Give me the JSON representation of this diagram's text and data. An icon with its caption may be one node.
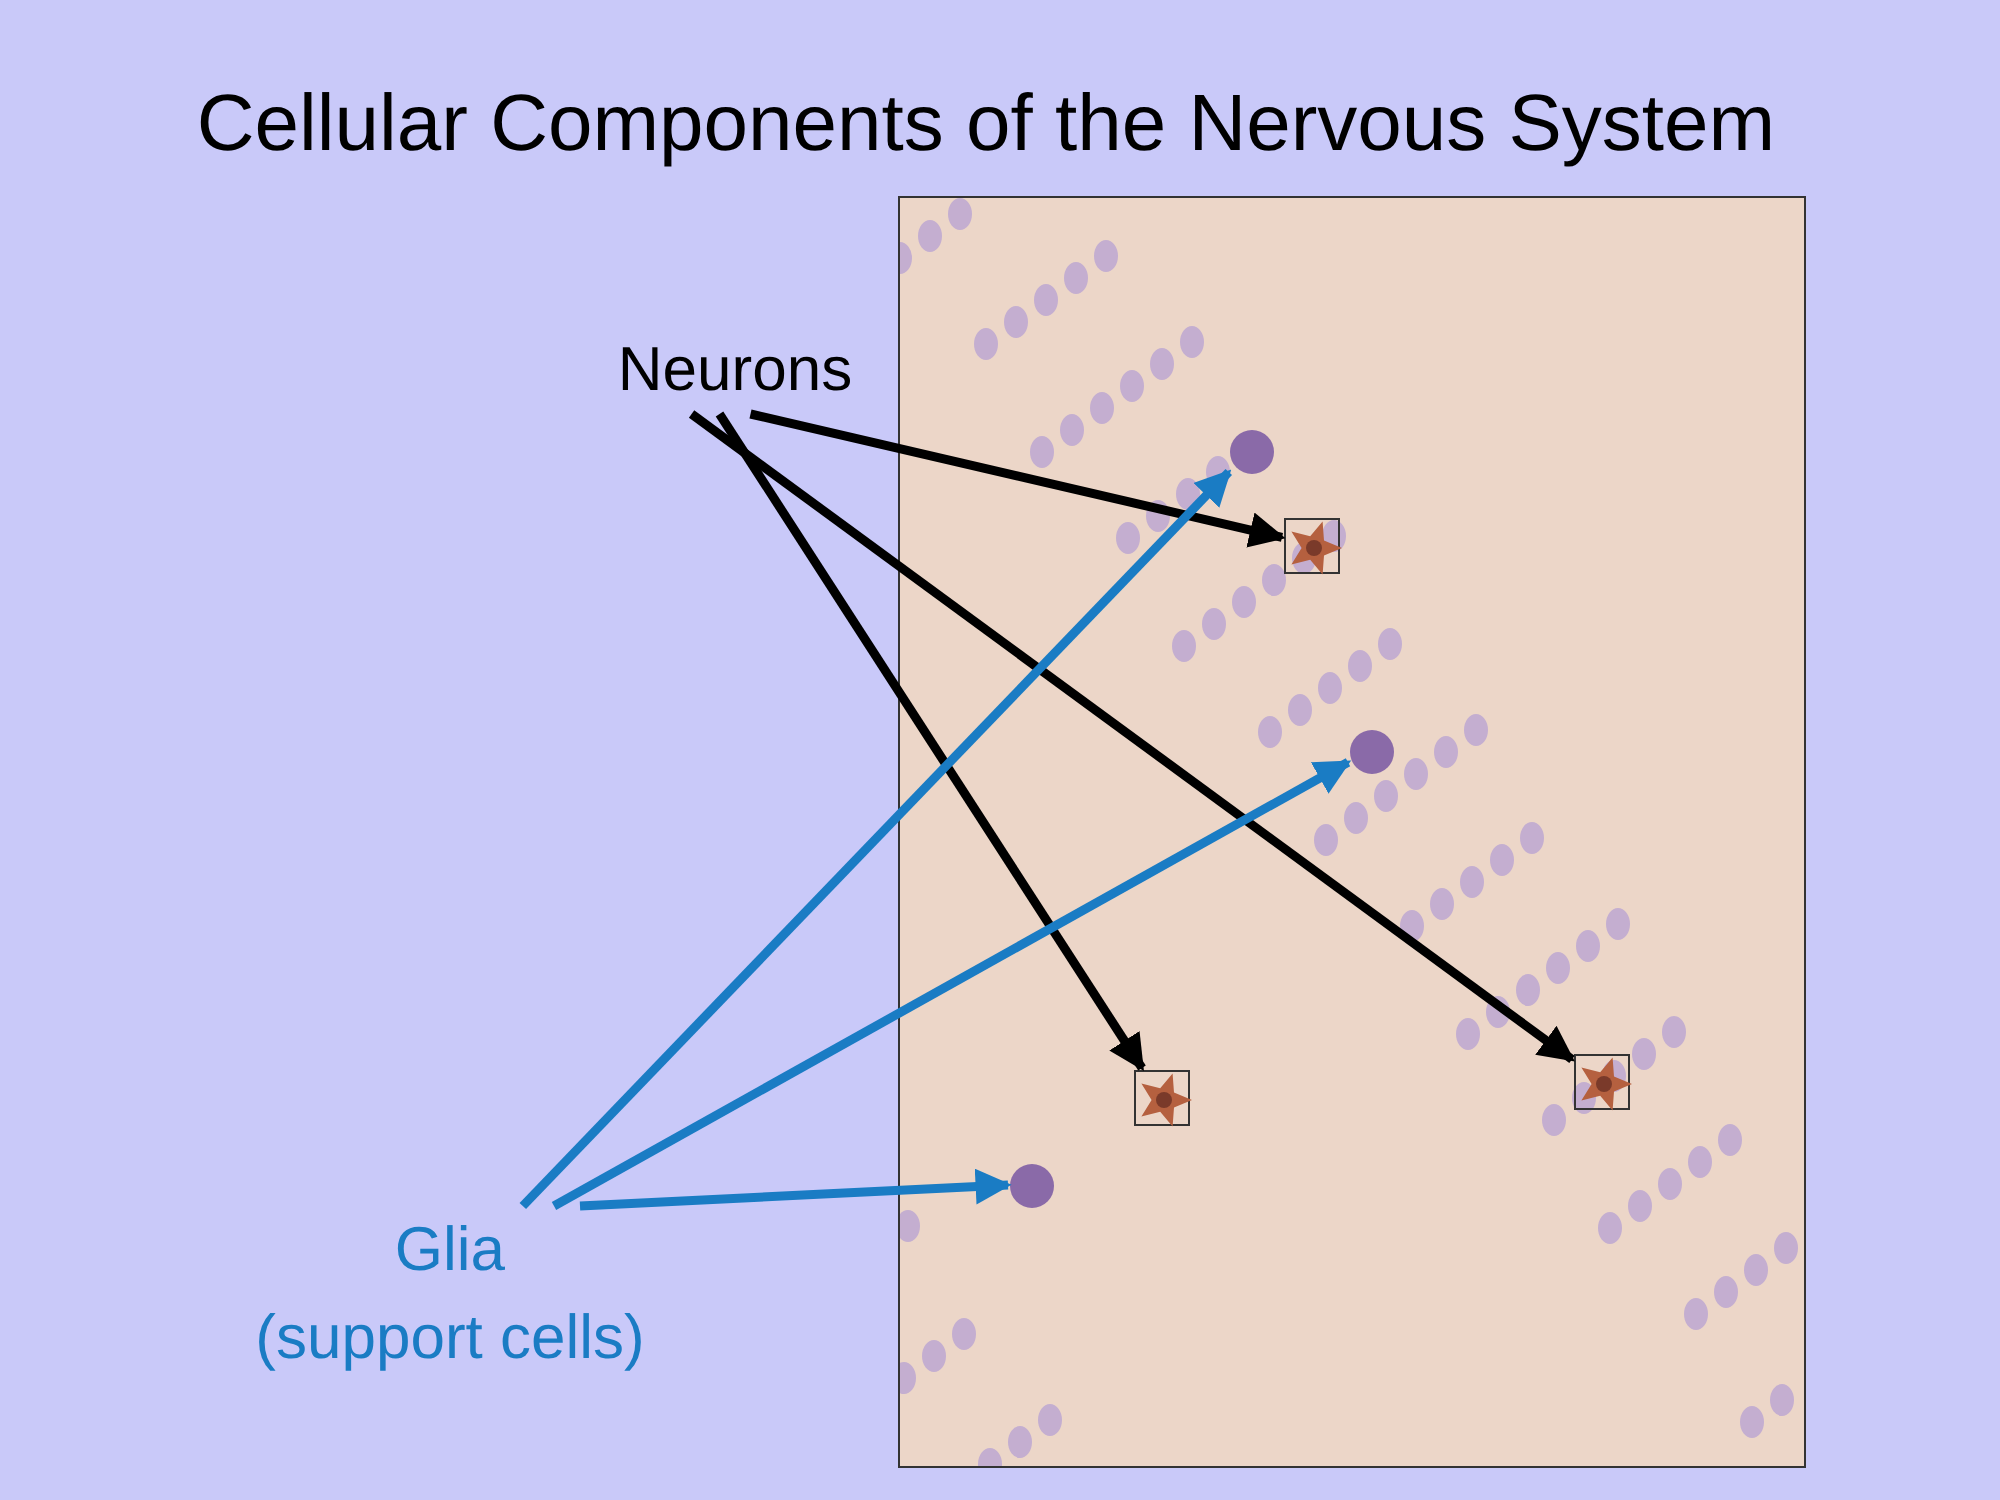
{
  "diagram": {
    "title": "Cellular Components of the Nervous System",
    "nodes": [
      {
        "text": [],
        "shape": "picture"
      },
      {
        "text": [
          "Neurons"
        ]
      },
      {
        "text": [],
        "shape": "picture",
        "in": 0
      },
      {
        "text": [],
        "shape": "picture",
        "in": 0
      },
      {
        "text": [],
        "shape": "picture",
        "in": 0
      },
      {
        "text": [
          "Glia",
          "(support cells)"
        ]
      },
      {
        "text": [],
        "shape": "circle",
        "in": 0
      },
      {
        "text": [],
        "shape": "circle",
        "in": 0
      },
      {
        "text": [],
        "shape": "circle",
        "in": 0
      }
    ],
    "edges": [
      {
        "from": 1,
        "to": 2,
        "arrow": "to",
        "color": "#000000"
      },
      {
        "from": 1,
        "to": 3,
        "arrow": "to",
        "color": "#000000"
      },
      {
        "from": 1,
        "to": 4,
        "arrow": "to",
        "color": "#000000"
      },
      {
        "from": 5,
        "to": 6,
        "arrow": "to",
        "color": "#1a7cc4"
      },
      {
        "from": 5,
        "to": 7,
        "arrow": "to",
        "color": "#1a7cc4"
      },
      {
        "from": 5,
        "to": 8,
        "arrow": "to",
        "color": "#1a7cc4"
      }
    ]
  }
}
